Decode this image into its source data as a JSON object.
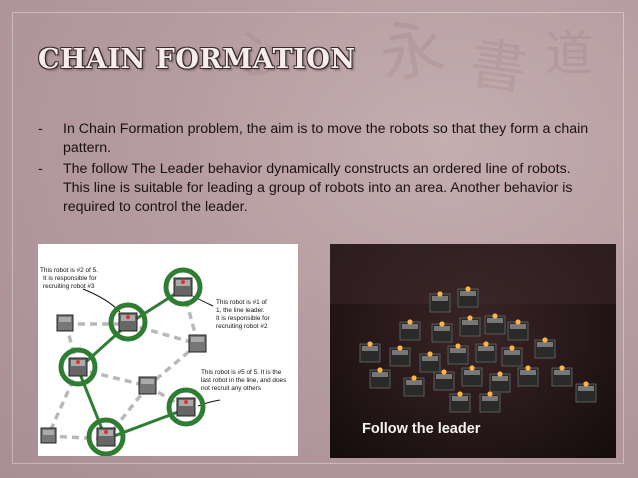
{
  "title": "CHAIN FORMATION",
  "bullets": [
    {
      "marker": "-",
      "text": "In Chain Formation problem, the aim is to move the robots so that they form a chain pattern."
    },
    {
      "marker": "-",
      "text": "The follow The Leader behavior dynamically constructs an ordered line of robots. This line is suitable for leading a group of robots into an area. Another behavior is required to control the leader."
    }
  ],
  "diagram": {
    "label_robot2": [
      "This robot is #2 of 5.",
      "It is responsible for",
      "recruiting robot #3"
    ],
    "label_robot1": [
      "This robot is #1 of",
      "1, the line leader.",
      "It is responsible for",
      "recruiting robot #2"
    ],
    "label_robot5": [
      "This robot is #5 of 5.  It is the",
      "last robot in the line, and does",
      "not recruit any others"
    ]
  },
  "photo": {
    "caption": "Follow the leader"
  },
  "colors": {
    "background": "#b59ca0",
    "title_text": "#f6eeee",
    "chain_green": "#2e7d32",
    "dash_gray": "#b8b8b8"
  }
}
